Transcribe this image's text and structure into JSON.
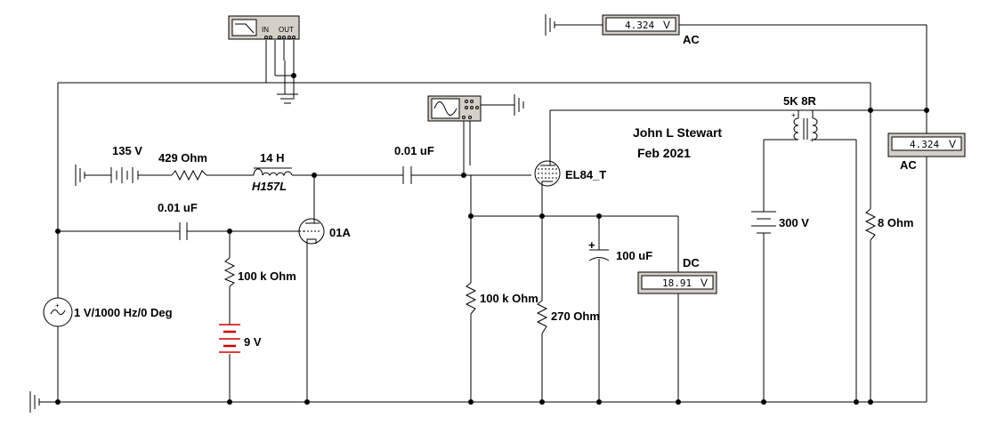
{
  "labels": {
    "source_volts": "135 V",
    "series_resistor": "429  Ohm",
    "choke": "14 H",
    "choke_model": "H157L",
    "coupling_cap_top": "0.01 uF",
    "coupling_cap_input": "0.01 uF",
    "grid_resistor_in": "100 k Ohm",
    "bias_battery": "9 V",
    "input_tube": "01A",
    "output_tube": "EL84_T",
    "grid_resistor_out": "100 k Ohm",
    "cathode_resistor": "270  Ohm",
    "bypass_cap": "100 uF",
    "plus_sign": "+",
    "ac_source": "1 V/1000 Hz/0 Deg",
    "transformer": "5K 8R",
    "supply_volts": "300 V",
    "load": "8  Ohm",
    "author": "John L Stewart",
    "date": "Feb 2021"
  },
  "meters": {
    "top": {
      "value": "4.324",
      "unit": "V",
      "mode": "AC"
    },
    "right": {
      "value": "4.324",
      "unit": "V",
      "mode": "AC"
    },
    "dc": {
      "value": "18.91",
      "unit": "V",
      "mode": "DC"
    }
  },
  "instruments": {
    "bode_in": "IN",
    "bode_out": "OUT"
  },
  "colors": {
    "battery_red": "#cc0000",
    "instrument_grey": "#d4d0c8"
  }
}
